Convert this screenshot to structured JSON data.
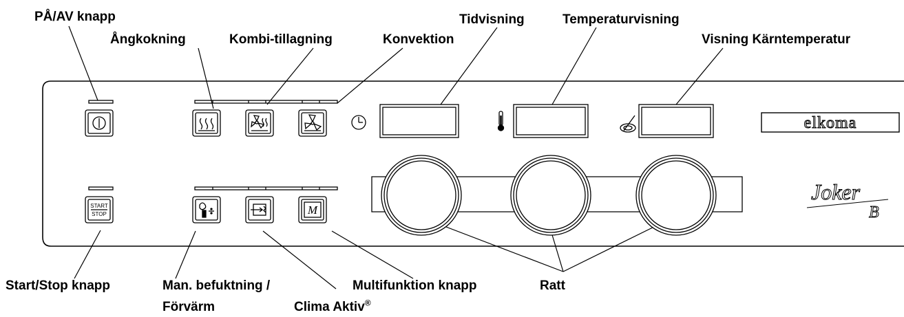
{
  "callouts": {
    "power_button": "PÅ/AV knapp",
    "steam": "Ångkokning",
    "combi": "Kombi-tillagning",
    "convection": "Konvektion",
    "time_display": "Tidvisning",
    "temp_display": "Temperaturvisning",
    "core_temp_display": "Visning Kärntemperatur",
    "start_stop_button": "Start/Stop knapp",
    "humidify_line1": "Man. befuktning /",
    "humidify_line2": "Förvärm",
    "clima_active": "Clima Aktiv",
    "clima_active_mark": "®",
    "multifunction_button": "Multifunktion knapp",
    "knobs": "Ratt"
  },
  "panel": {
    "brand_logo": "elkoma",
    "model_logo_line1": "Joker",
    "model_logo_line2": "B",
    "start_stop_top": "START",
    "start_stop_bottom": "STOP"
  },
  "icons": {
    "power": "power-icon",
    "steam": "steam-icon",
    "combi": "combi-fan-steam-icon",
    "convection": "fan-icon",
    "clock": "clock-icon",
    "thermometer": "thermometer-icon",
    "core_probe": "core-probe-icon",
    "humidify": "humidify-icon",
    "clima": "clima-icon",
    "multifunction": "multifunction-m-icon"
  }
}
